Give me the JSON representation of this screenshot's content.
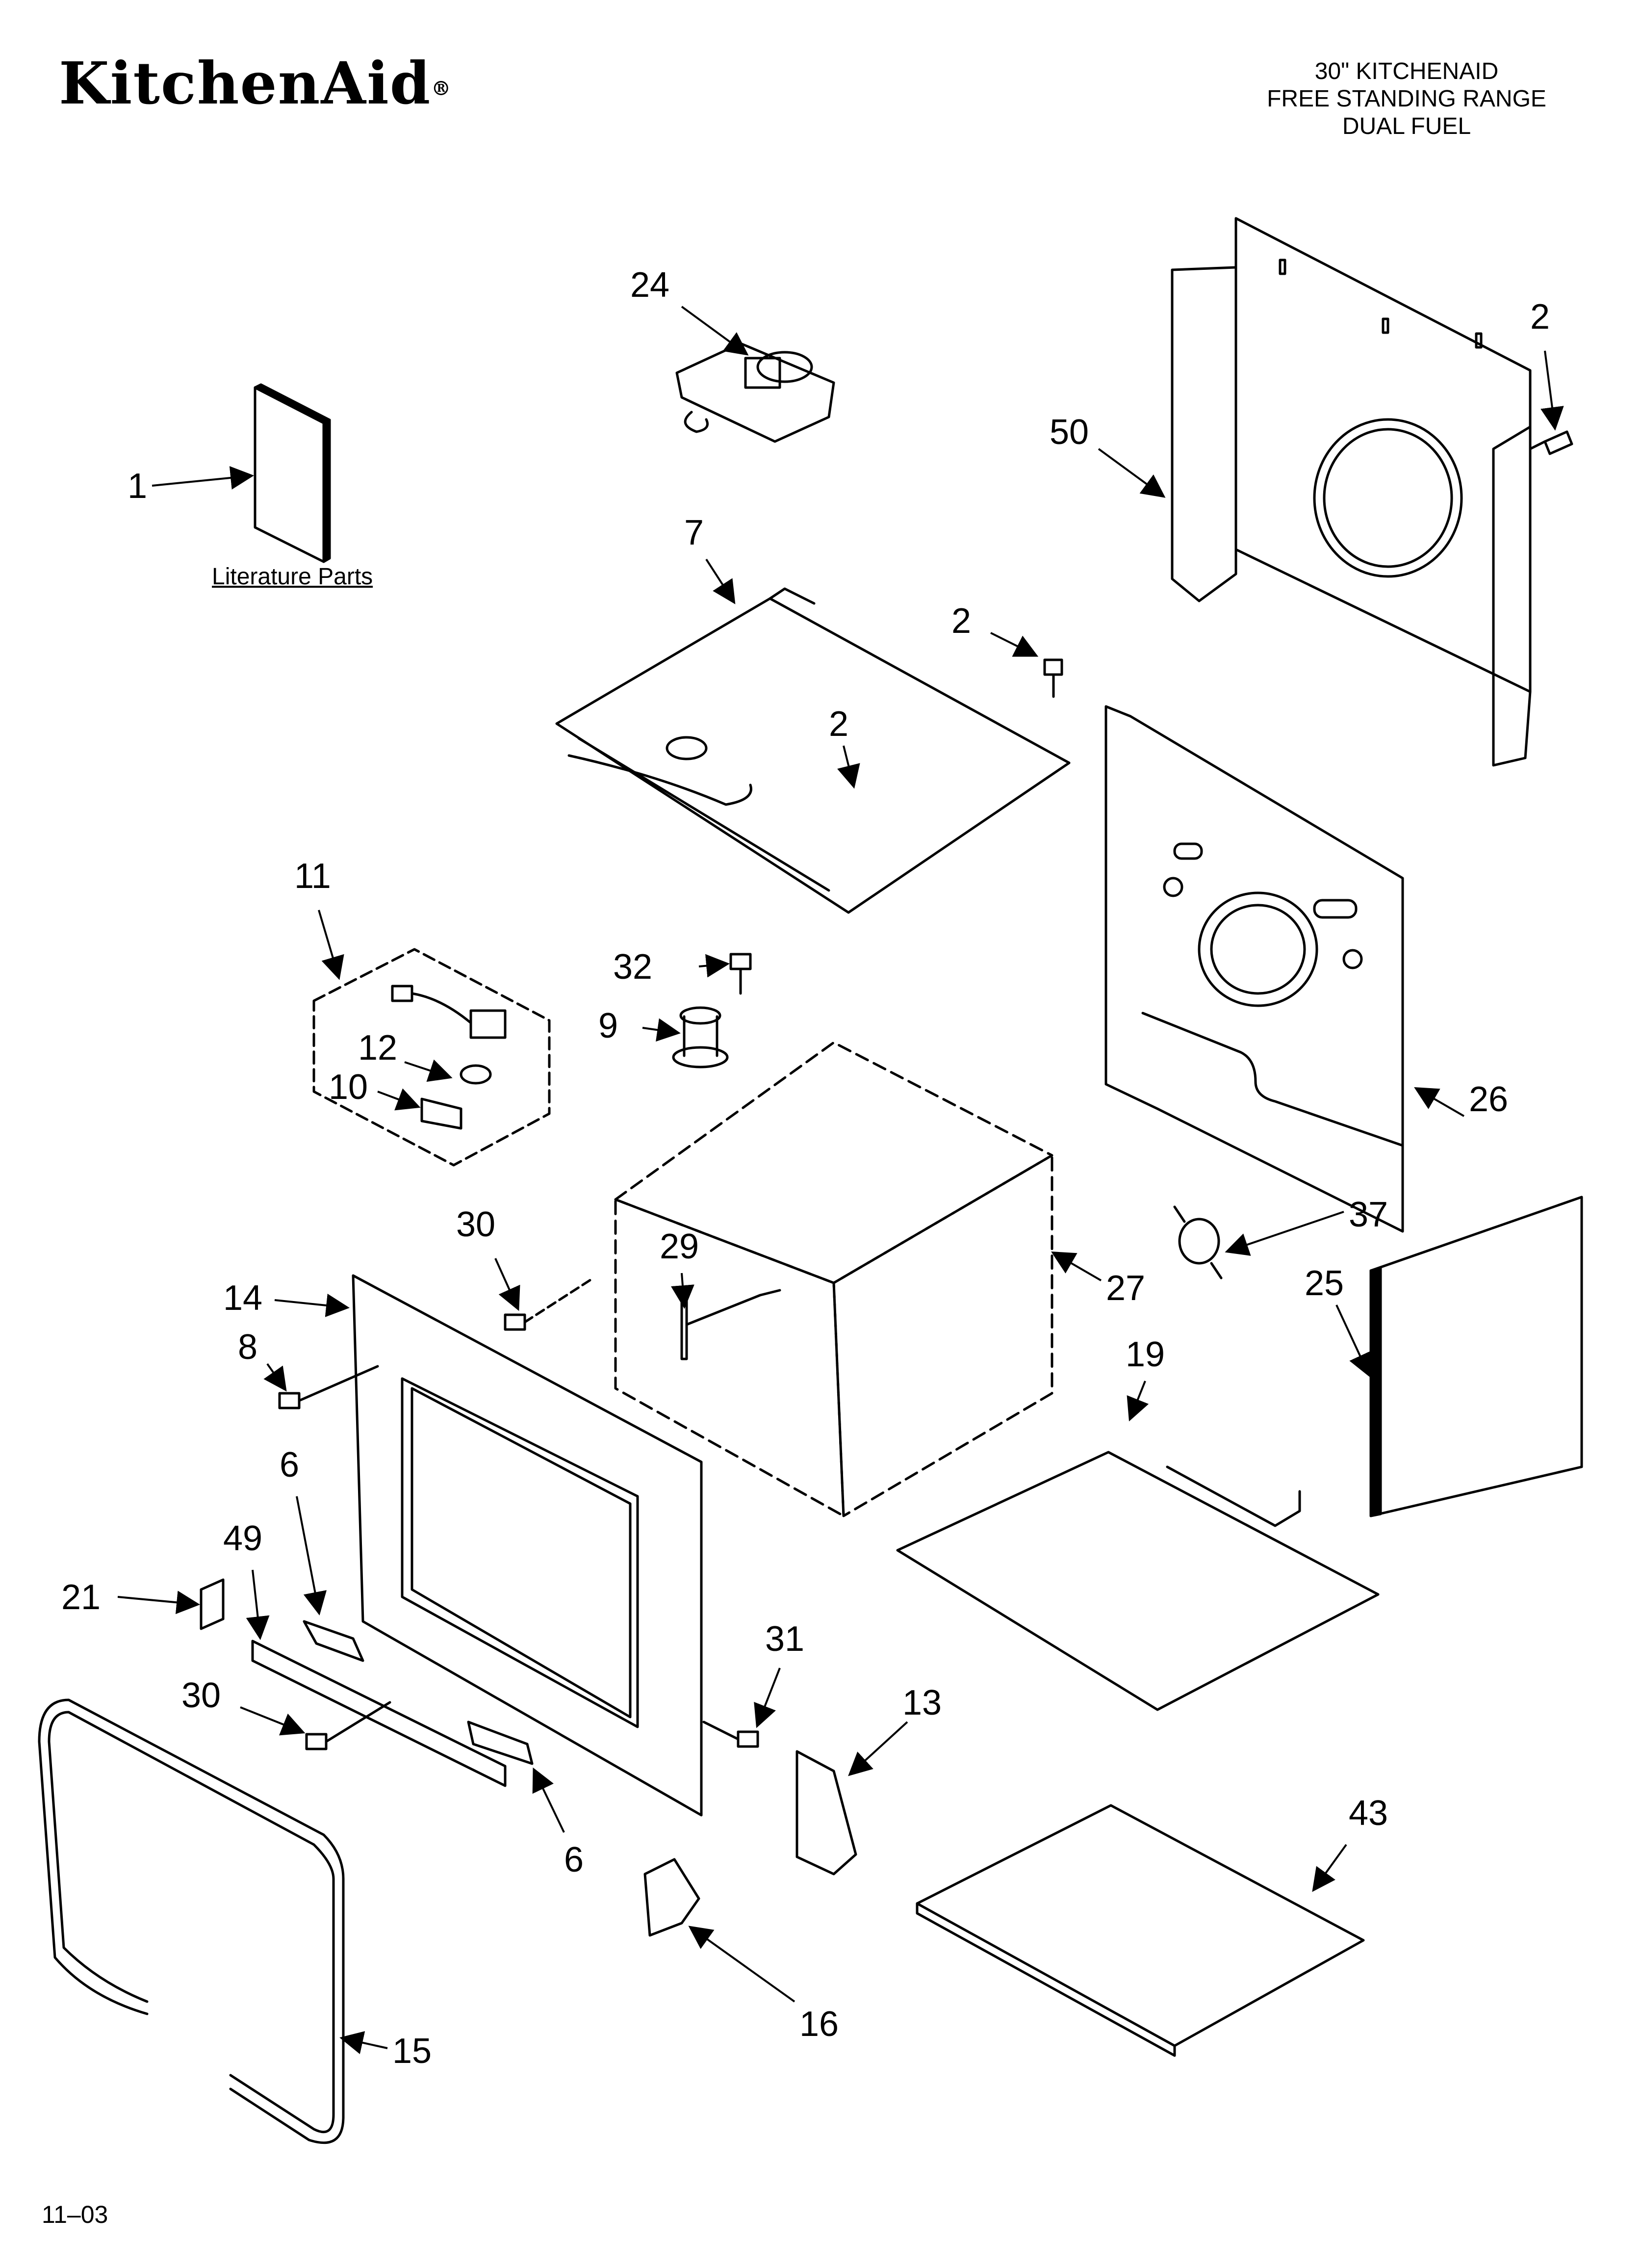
{
  "brand": "KitchenAid",
  "header": {
    "line1": "30\" KITCHENAID",
    "line2": "FREE STANDING RANGE",
    "line3": "DUAL FUEL"
  },
  "literature_label": "Literature Parts",
  "footer_code": "11–03",
  "callouts": [
    "1",
    "24",
    "50",
    "2",
    "7",
    "2",
    "2",
    "11",
    "12",
    "10",
    "32",
    "9",
    "26",
    "37",
    "30",
    "29",
    "14",
    "8",
    "27",
    "25",
    "19",
    "6",
    "49",
    "21",
    "30",
    "31",
    "13",
    "6",
    "43",
    "16",
    "15"
  ]
}
